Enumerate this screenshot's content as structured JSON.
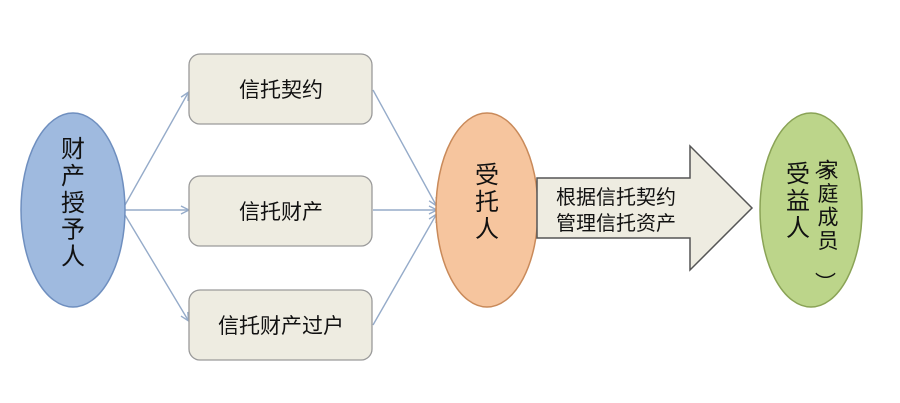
{
  "diagram": {
    "settlor": {
      "label": "财产授予人"
    },
    "steps": [
      {
        "label": "信托契约"
      },
      {
        "label": "信托财产"
      },
      {
        "label": "信托财产过户"
      }
    ],
    "trustee": {
      "label": "受托人"
    },
    "action": {
      "line1": "根据信托契约",
      "line2": "管理信托资产"
    },
    "beneficiary": {
      "label": "受益人",
      "note": "（家庭成员）"
    }
  },
  "colors": {
    "settlor_fill": "#9fbadf",
    "trustee_fill": "#f6c59e",
    "beneficiary_fill": "#bcd58a",
    "box_fill": "#eeece1",
    "edge": "#95abc9"
  }
}
